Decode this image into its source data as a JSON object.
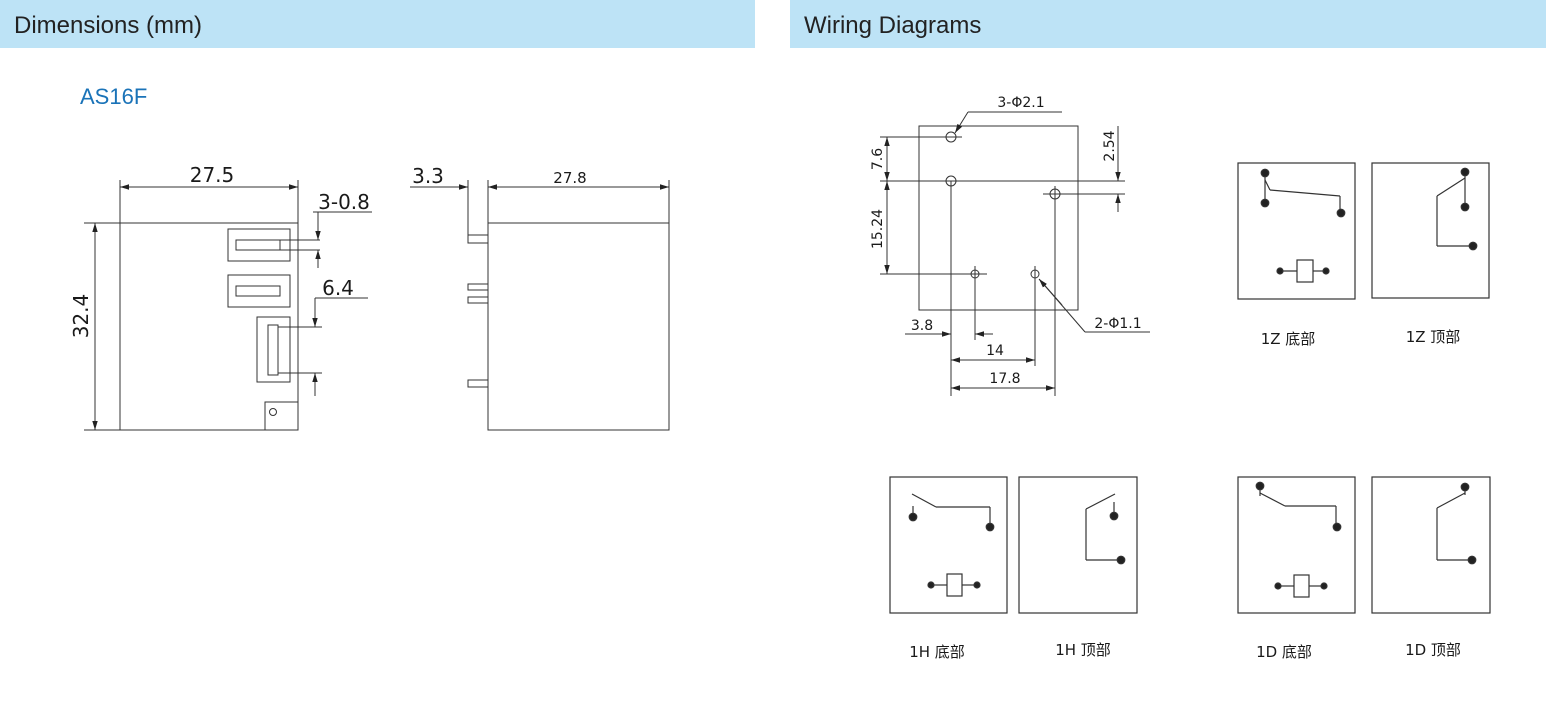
{
  "sections": {
    "dimensions_title": "Dimensions (mm)",
    "wiring_title": "Wiring Diagrams"
  },
  "model": "AS16F",
  "front_view": {
    "width": "27.5",
    "height": "32.4",
    "pin_width": "3-0.8",
    "pin_spacing": "6.4"
  },
  "side_view": {
    "pin_offset": "3.3",
    "depth": "27.8"
  },
  "pcb_layout": {
    "large_holes": "3-Φ2.1",
    "small_holes": "2-Φ1.1",
    "row_offset": "2.54",
    "top_spacing": "7.6",
    "vertical_spacing": "15.24",
    "left_offset": "3.8",
    "dist_14": "14",
    "dist_17_8": "17.8"
  },
  "wiring_labels": {
    "1z_bottom": "1Z 底部",
    "1z_top": "1Z 顶部",
    "1h_bottom": "1H 底部",
    "1h_top": "1H 顶部",
    "1d_bottom": "1D 底部",
    "1d_top": "1D 顶部"
  },
  "colors": {
    "header_bg": "#bde3f6",
    "model_text": "#1a73b8",
    "line": "#333333"
  }
}
